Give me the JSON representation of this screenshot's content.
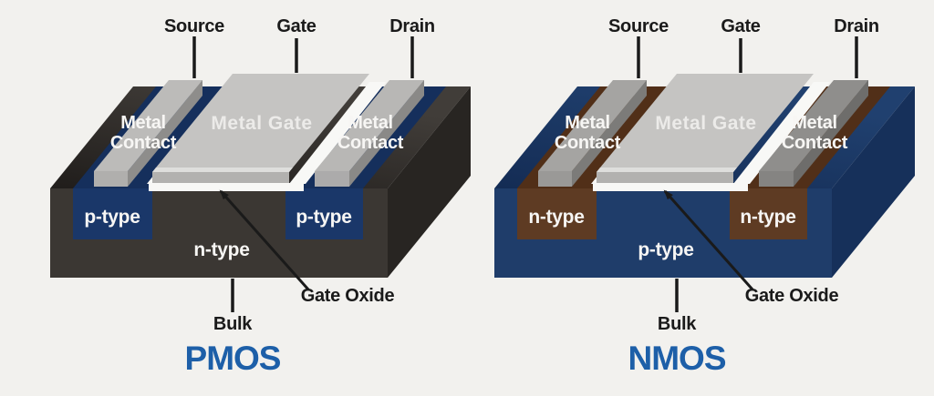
{
  "figure": {
    "description": "Cross-section diagrams of PMOS and NMOS transistor structures"
  },
  "colors": {
    "background": "#f2f1ee",
    "text_dark": "#1a1a1a",
    "text_light": "#f7f6f4",
    "metal_gate_text": "#ecebe9",
    "oxide_white": "#f8f8f6",
    "title_blue": "#1d5fa8",
    "pmos": {
      "substrate_top_near": "#201d1b",
      "substrate_top_far": "#413d39",
      "substrate_front": "#3b3733",
      "substrate_side": "#282522",
      "well_top": "#152f5c",
      "well_front": "#1a3769",
      "contact_left": {
        "top": "#bcbbb9",
        "front": "#b0afad",
        "side": "#8e8d8b",
        "back": "#7f7e7c"
      },
      "contact_right": {
        "top": "#b8b7b5",
        "front": "#acabab",
        "side": "#8a8987",
        "back": "#7b7a78"
      },
      "gate_top": "#c5c4c2",
      "gate_front": "#b2b1af",
      "gate_bevel": "#dededc"
    },
    "nmos": {
      "substrate_top_near": "#142c54",
      "substrate_top_far": "#20406f",
      "substrate_front": "#1f3d6a",
      "substrate_side": "#16305a",
      "well_top": "#512f18",
      "well_front": "#5e3b23",
      "contact_left": {
        "top": "#a5a4a2",
        "front": "#9a9997",
        "side": "#7c7b79",
        "back": "#6f6e6c"
      },
      "contact_right": {
        "top": "#8f8e8c",
        "front": "#858482",
        "side": "#6e6d6b",
        "back": "#626260"
      },
      "gate_top": "#c5c4c2",
      "gate_front": "#b2b1af",
      "gate_bevel": "#dededc"
    }
  },
  "pmos": {
    "title": "PMOS",
    "terminals": {
      "source": "Source",
      "gate": "Gate",
      "drain": "Drain"
    },
    "metal_contact": {
      "line1": "Metal",
      "line2": "Contact"
    },
    "metal_gate": "Metal Gate",
    "well_left": "p-type",
    "well_right": "p-type",
    "body": "n-type",
    "gate_oxide": "Gate Oxide",
    "bulk": "Bulk"
  },
  "nmos": {
    "title": "NMOS",
    "terminals": {
      "source": "Source",
      "gate": "Gate",
      "drain": "Drain"
    },
    "metal_contact": {
      "line1": "Metal",
      "line2": "Contact"
    },
    "metal_gate": "Metal Gate",
    "well_left": "n-type",
    "well_right": "n-type",
    "body": "p-type",
    "gate_oxide": "Gate Oxide",
    "bulk": "Bulk"
  }
}
